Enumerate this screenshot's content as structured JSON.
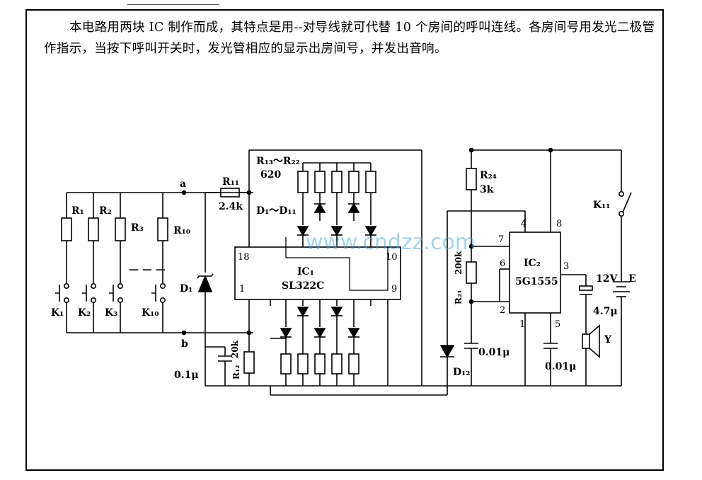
{
  "description": "本电路用两块 IC 制作而成，其特点是用--对导线就可代替 10 个房间的呼叫连线。各房间号用发光二极管作指示，当按下呼叫开关时，发光管相应的显示出房间号，并发出音响。",
  "watermark": "www.cndzz.com",
  "labels": {
    "node_a": "a",
    "node_b": "b",
    "r1": "R₁",
    "r2": "R₂",
    "r3": "R₃",
    "r10": "R₁₀",
    "k1": "K₁",
    "k2": "K₂",
    "k3": "K₃",
    "k10": "K₁₀",
    "dash": "— — —",
    "r11": "R₁₁",
    "r11_value": "2.4k",
    "d1": "D₁",
    "c1_value": "0.1μ",
    "r12": "R₁₂",
    "r12_value": "20k",
    "r13_r22": "R₁₃～R₂₂",
    "r13_r22_value": "620",
    "d1_d11": "D₁～D₁₁",
    "ic1": "IC₁",
    "ic1_part": "SL322C",
    "ic1_pin18": "18",
    "ic1_pin10": "10",
    "ic1_pin1": "1",
    "ic1_pin9": "9",
    "r24": "R₂₄",
    "r24_value": "3k",
    "r21": "R₂₁",
    "r21_value": "200k",
    "d12": "D₁₂",
    "c2_value": "0.01μ",
    "ic2": "IC₂",
    "ic2_part": "5G1555",
    "ic2_pin4": "4",
    "ic2_pin8": "8",
    "ic2_pin7": "7",
    "ic2_pin6": "6",
    "ic2_pin2": "2",
    "ic2_pin1": "1",
    "ic2_pin5": "5",
    "ic2_pin3": "3",
    "c3_value": "0.01μ",
    "c4_value": "4.7μ",
    "speaker": "Y",
    "k11": "K₁₁",
    "battery_voltage": "12V",
    "battery": "E"
  }
}
